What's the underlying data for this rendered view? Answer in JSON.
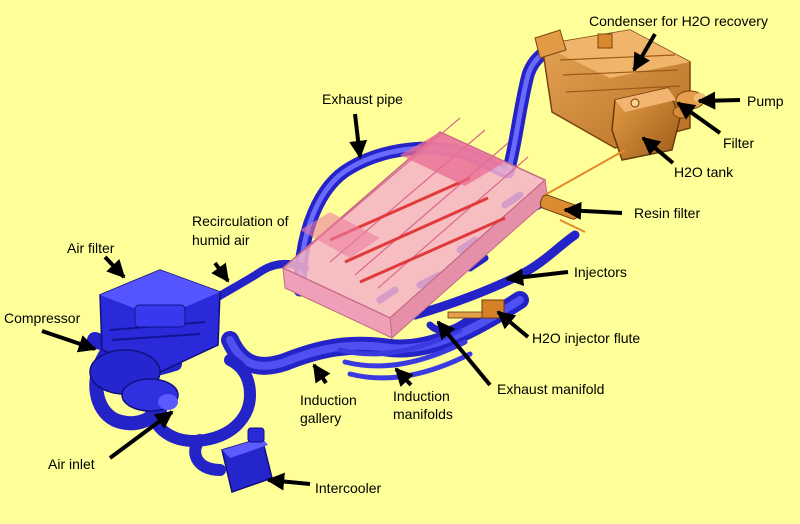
{
  "labels": {
    "condenser": "Condenser for H2O recovery",
    "pump": "Pump",
    "filter": "Filter",
    "h2o_tank": "H2O tank",
    "exhaust_pipe": "Exhaust pipe",
    "resin_filter": "Resin filter",
    "recirculation_line1": "Recirculation of",
    "recirculation_line2": "humid air",
    "air_filter": "Air filter",
    "injectors": "Injectors",
    "compressor": "Compressor",
    "h2o_injector_flute": "H2O injector flute",
    "exhaust_manifold": "Exhaust manifold",
    "induction_gallery_line1": "Induction",
    "induction_gallery_line2": "gallery",
    "induction_manifolds_line1": "Induction",
    "induction_manifolds_line2": "manifolds",
    "air_inlet": "Air inlet",
    "intercooler": "Intercooler"
  },
  "colors": {
    "background": "#FFFF99",
    "piping": "#3333EE",
    "stack": "#F2A0B8",
    "condenser": "#D9892E",
    "arrow": "#000000"
  }
}
